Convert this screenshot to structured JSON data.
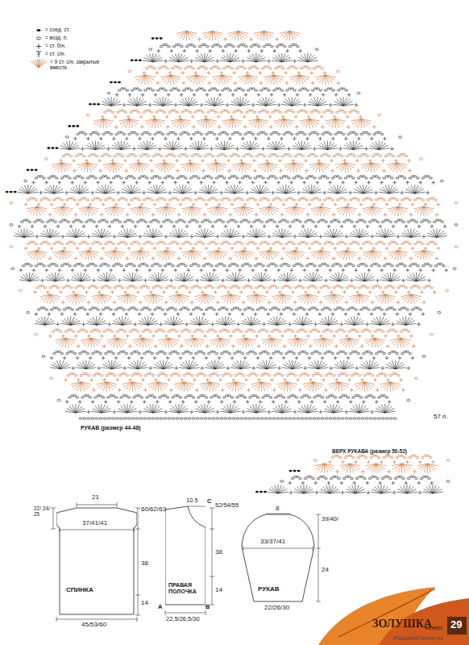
{
  "diagram": {
    "nodes": [
      {
        "text": [
          "СПИНКА"
        ]
      },
      {
        "text": [
          "ПРАВАЯ ПОЛОЧКА"
        ]
      },
      {
        "text": [
          "РУКАВ"
        ]
      }
    ],
    "labels": [
      "РУКАВ (размер 44-48)",
      "57 п.",
      "ВЕРХ РУКАВА (размер 50-52)",
      "21",
      "37/41/41",
      "22/ 24/ 25",
      "60/62/63",
      "38",
      "14",
      "45/53/60",
      "10.5",
      "C",
      "52/54/55",
      "38",
      "14",
      "A",
      "B",
      "22,5/26,5/30",
      "8",
      "39/40/",
      "33/37/41",
      "24",
      "22/26/30",
      "ЗОЛУШКА",
      "вяжет",
      "29",
      "PassionForum.ru"
    ],
    "legend": [
      {
        "text": "= соед. ст."
      },
      {
        "text": "= возд. п."
      },
      {
        "text": "= ст. б/н."
      },
      {
        "text": "= ст. с/н."
      },
      {
        "text": "= 9 ст. с/н, закрытые вместе."
      }
    ]
  }
}
